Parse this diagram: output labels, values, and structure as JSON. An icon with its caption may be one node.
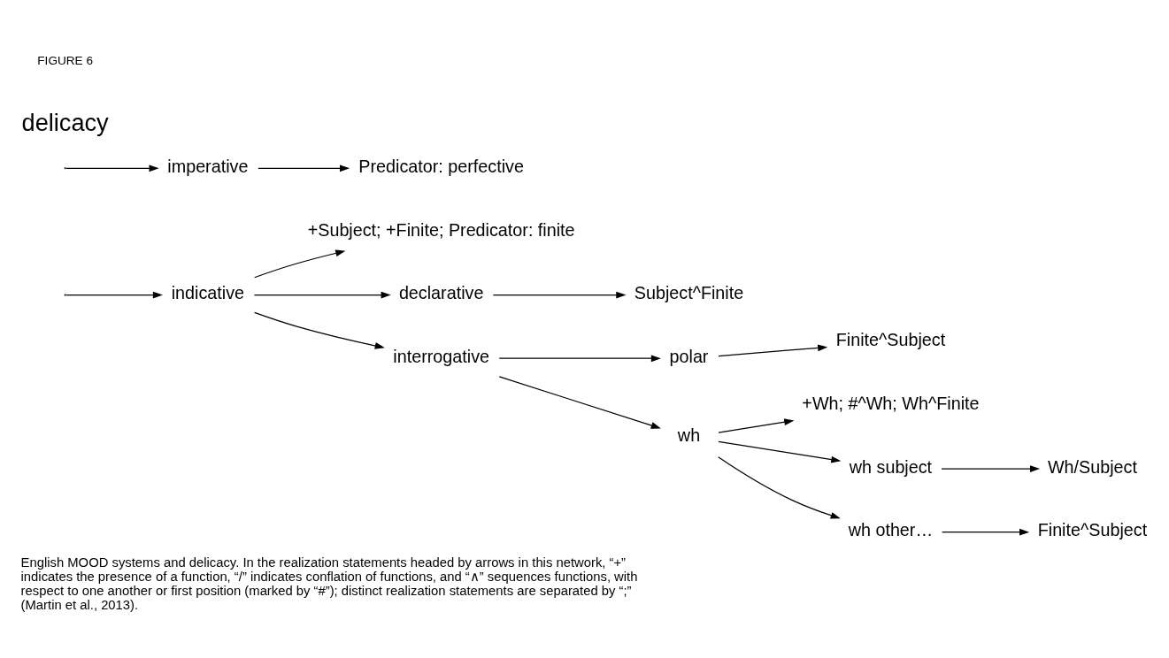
{
  "diagram": {
    "caption": "English MOOD systems and delicacy. In the realization statements headed by arrows in this network, “+” indicates the presence of a function, “/” indicates conflation of functions, and “∧” sequences functions, with respect to one another or first position (marked by “#”); distinct realization statements are separated by “;” (Martin et al., 2013).",
    "nodes": [
      {
        "text": [
          "indicative"
        ]
      },
      {
        "text": [
          "+Subject; +Finite; Predicator: finite"
        ]
      },
      {
        "text": [
          "imperative"
        ]
      },
      {
        "text": [
          "Predicator: perfective"
        ]
      },
      {
        "text": [
          "declarative"
        ]
      },
      {
        "text": [
          "Subject^Finite"
        ]
      },
      {
        "text": [
          "interrogative"
        ]
      },
      {
        "text": [
          "polar"
        ]
      },
      {
        "text": [
          "Finite^Subject"
        ]
      },
      {
        "text": [
          "wh"
        ]
      },
      {
        "text": [
          "+Wh; #^Wh; Wh^Finite"
        ]
      },
      {
        "text": [
          "wh subject"
        ]
      },
      {
        "text": [
          "Wh/Subject"
        ]
      },
      {
        "text": [
          "wh other…"
        ]
      },
      {
        "text": [
          "Finite^Subject"
        ]
      }
    ],
    "edges": [
      {
        "from": null,
        "to": 0,
        "arrow": "to"
      },
      {
        "from": null,
        "to": 2,
        "arrow": "to"
      },
      {
        "from": 0,
        "to": 1,
        "arrow": "to"
      },
      {
        "from": 2,
        "to": 3,
        "arrow": "to"
      },
      {
        "from": 0,
        "to": 4,
        "arrow": "to"
      },
      {
        "from": 0,
        "to": 6,
        "arrow": "to"
      },
      {
        "from": 4,
        "to": 5,
        "arrow": "to"
      },
      {
        "from": 6,
        "to": 7,
        "arrow": "to"
      },
      {
        "from": 6,
        "to": 9,
        "arrow": "to"
      },
      {
        "from": 7,
        "to": 8,
        "arrow": "to"
      },
      {
        "from": 9,
        "to": 10,
        "arrow": "to"
      },
      {
        "from": 9,
        "to": 11,
        "arrow": "to"
      },
      {
        "from": 9,
        "to": 13,
        "arrow": "to"
      },
      {
        "from": 11,
        "to": 12,
        "arrow": "to"
      },
      {
        "from": 13,
        "to": 14,
        "arrow": "to"
      }
    ],
    "labels": [
      "delicacy",
      "FIGURE 6"
    ]
  }
}
